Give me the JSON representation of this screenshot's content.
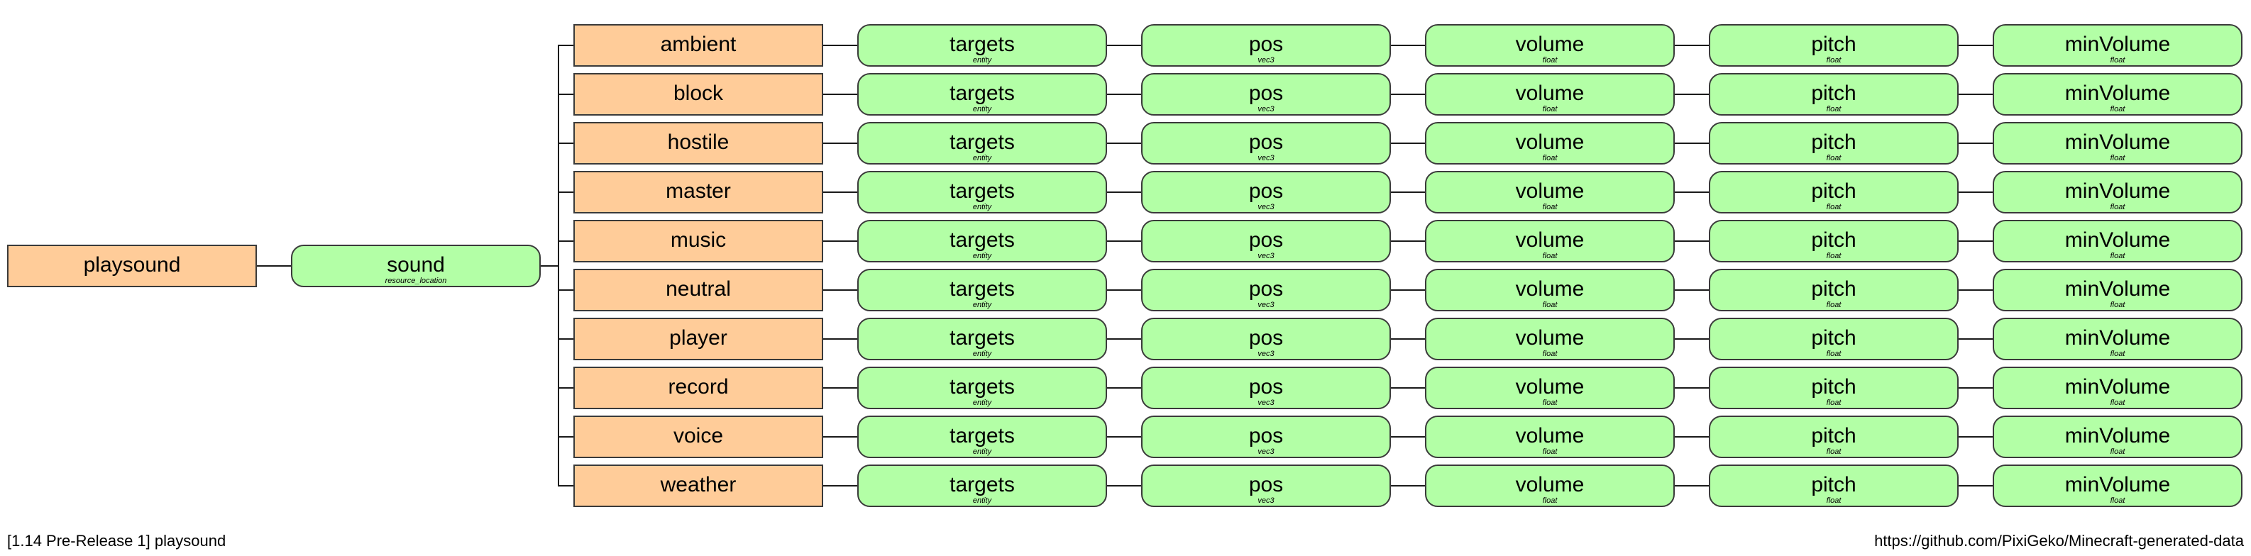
{
  "root": {
    "name": "playsound",
    "kind": "literal"
  },
  "sound": {
    "name": "sound",
    "type": "resource_location",
    "kind": "argument"
  },
  "sources": [
    "ambient",
    "block",
    "hostile",
    "master",
    "music",
    "neutral",
    "player",
    "record",
    "voice",
    "weather"
  ],
  "chain": [
    {
      "name": "targets",
      "type": "entity"
    },
    {
      "name": "pos",
      "type": "vec3"
    },
    {
      "name": "volume",
      "type": "float"
    },
    {
      "name": "pitch",
      "type": "float"
    },
    {
      "name": "minVolume",
      "type": "float"
    }
  ],
  "colors": {
    "literal": "#ffcc99",
    "argument": "#b3ffa6",
    "border": "#3a3a3a",
    "line": "#1a1a1a"
  },
  "footer": {
    "left": "[1.14 Pre-Release 1] playsound",
    "right": "https://github.com/PixiGeko/Minecraft-generated-data"
  }
}
